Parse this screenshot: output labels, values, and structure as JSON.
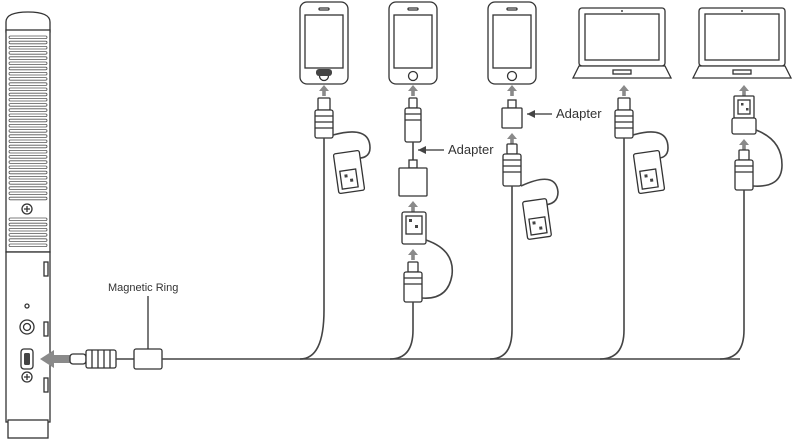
{
  "labels": {
    "magnetic_ring": "Magnetic Ring",
    "adapter_top": "Adapter",
    "adapter_lightning": "Adapter"
  },
  "devices": [
    {
      "type": "phone",
      "icon": "phone-icon"
    },
    {
      "type": "phone",
      "icon": "phone-icon"
    },
    {
      "type": "phone",
      "icon": "phone-icon"
    },
    {
      "type": "laptop",
      "icon": "laptop-icon"
    },
    {
      "type": "laptop",
      "icon": "laptop-icon"
    }
  ],
  "colors": {
    "line": "#333333",
    "arrow": "#8a8a8a",
    "cable": "#444444"
  }
}
